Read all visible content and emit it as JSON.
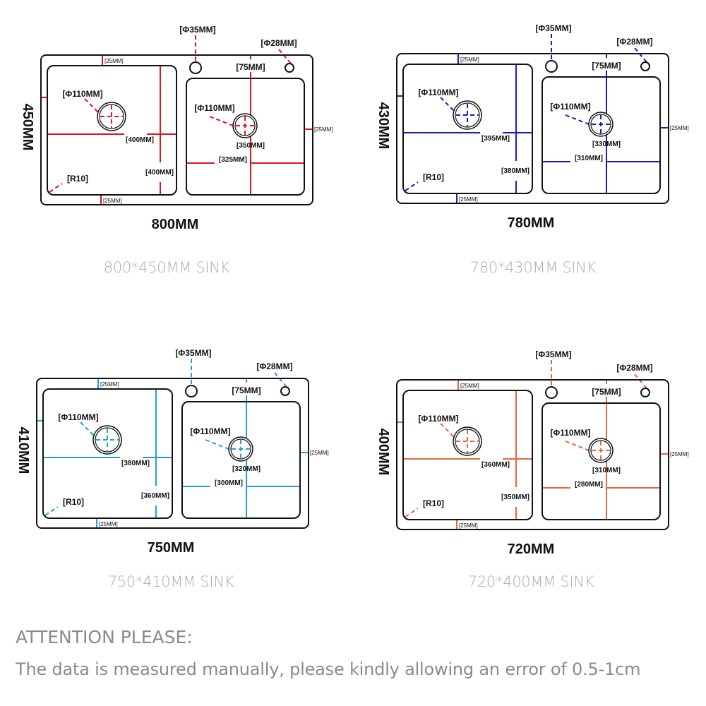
{
  "diagrams": [
    {
      "color": "#e0141e",
      "width_label": "800MM",
      "height_label": "450MM",
      "caption": "800*450MM SINK",
      "tap_hole": "[Φ35MM]",
      "small_hole": "[Φ28MM]",
      "deck": "[75MM]",
      "left_drain": "[Φ110MM]",
      "right_drain": "[Φ110MM]",
      "left_basin_width": "[400MM]",
      "left_basin_depth": "[400MM]",
      "right_basin_depth": "[350MM]",
      "right_basin_width": "[325MM]",
      "radius": "[R10]",
      "edge_top": "[25MM]",
      "edge_bottom": "[25MM]",
      "edge_right": "[25MM]"
    },
    {
      "color": "#1420b4",
      "width_label": "780MM",
      "height_label": "430MM",
      "caption": "780*430MM SINK",
      "tap_hole": "[Φ35MM]",
      "small_hole": "[Φ28MM]",
      "deck": "[75MM]",
      "left_drain": "[Φ110MM]",
      "right_drain": "[Φ110MM]",
      "left_basin_width": "[395MM]",
      "left_basin_depth": "[380MM]",
      "right_basin_depth": "[330MM]",
      "right_basin_width": "[310MM]",
      "radius": "[R10]",
      "edge_top": "[25MM]",
      "edge_bottom": "[25MM]",
      "edge_right": "[25MM]"
    },
    {
      "color": "#1fa0d8",
      "width_label": "750MM",
      "height_label": "410MM",
      "caption": "750*410MM SINK",
      "tap_hole": "[Φ35MM]",
      "small_hole": "[Φ28MM]",
      "deck": "[75MM]",
      "left_drain": "[Φ110MM]",
      "right_drain": "[Φ110MM]",
      "left_basin_width": "[380MM]",
      "left_basin_depth": "[360MM]",
      "right_basin_depth": "[320MM]",
      "right_basin_width": "[300MM]",
      "radius": "[R10]",
      "edge_top": "[25MM]",
      "edge_bottom": "[25MM]",
      "edge_right": "[25MM]"
    },
    {
      "color": "#e4683c",
      "width_label": "720MM",
      "height_label": "400MM",
      "caption": "720*400MM SINK",
      "tap_hole": "[Φ35MM]",
      "small_hole": "[Φ28MM]",
      "deck": "[75MM]",
      "left_drain": "[Φ110MM]",
      "right_drain": "[Φ110MM]",
      "left_basin_width": "[360MM]",
      "left_basin_depth": "[350MM]",
      "right_basin_depth": "[310MM]",
      "right_basin_width": "[280MM]",
      "radius": "[R10]",
      "edge_top": "[25MM]",
      "edge_bottom": "[25MM]",
      "edge_right": "[25MM]"
    }
  ],
  "attention": {
    "title": "ATTENTION PLEASE:",
    "body": "The data is measured manually, please kindly allowing an error of 0.5-1cm"
  }
}
